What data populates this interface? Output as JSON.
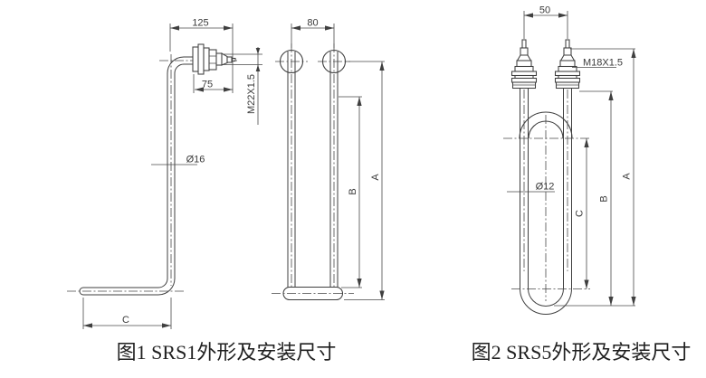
{
  "drawing": {
    "line_color": "#3f3f3f",
    "background": "#ffffff"
  },
  "fig1": {
    "caption": "图1 SRS1外形及安装尺寸",
    "dim_125": "125",
    "dim_75": "75",
    "thread": "M22X1.5",
    "diameter": "Ø16",
    "dim_c": "C",
    "front": {
      "dim_80": "80",
      "dim_a": "A",
      "dim_b": "B"
    }
  },
  "fig2": {
    "caption": "图2 SRS5外形及安装尺寸",
    "dim_50": "50",
    "thread": "M18X1.5",
    "diameter": "Ø12",
    "dim_a": "A",
    "dim_b": "B",
    "dim_c": "C"
  }
}
